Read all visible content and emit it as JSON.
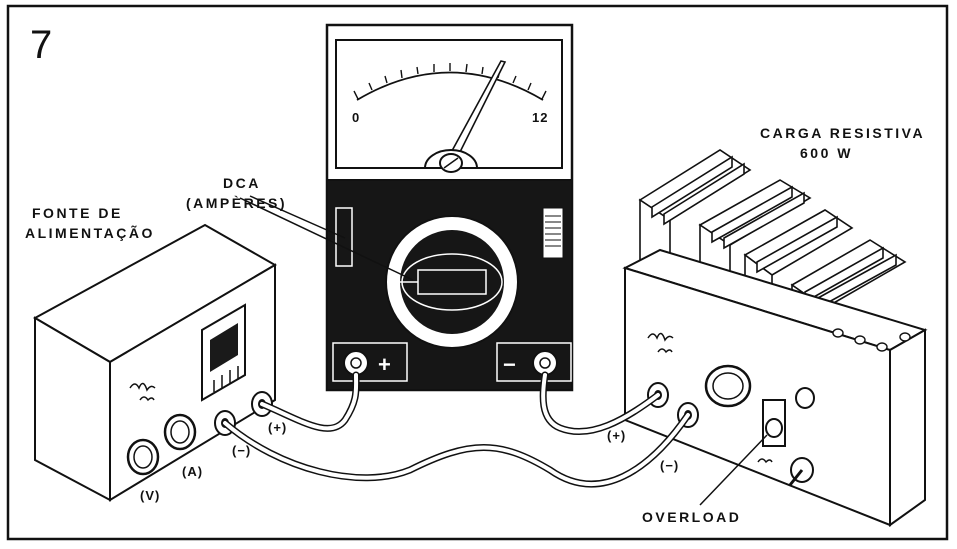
{
  "figure": {
    "number": "7"
  },
  "meter": {
    "scale_min": "0",
    "scale_max": "12",
    "function_label_line1": "DCA",
    "function_label_line2": "(AMPÈRES)",
    "terminal_left": "+",
    "terminal_right": "−"
  },
  "power_supply": {
    "label_line1": "FONTE DE",
    "label_line2": "ALIMENTAÇÃO",
    "knob_v_label": "(V)",
    "knob_a_label": "(A)",
    "terminal_pos_label": "(+)",
    "terminal_neg_label": "(−)"
  },
  "load": {
    "label_line1": "CARGA RESISTIVA",
    "label_line2": "600 W",
    "terminal_pos_label": "(+)",
    "terminal_neg_label": "(−)",
    "overload_label": "OVERLOAD"
  }
}
